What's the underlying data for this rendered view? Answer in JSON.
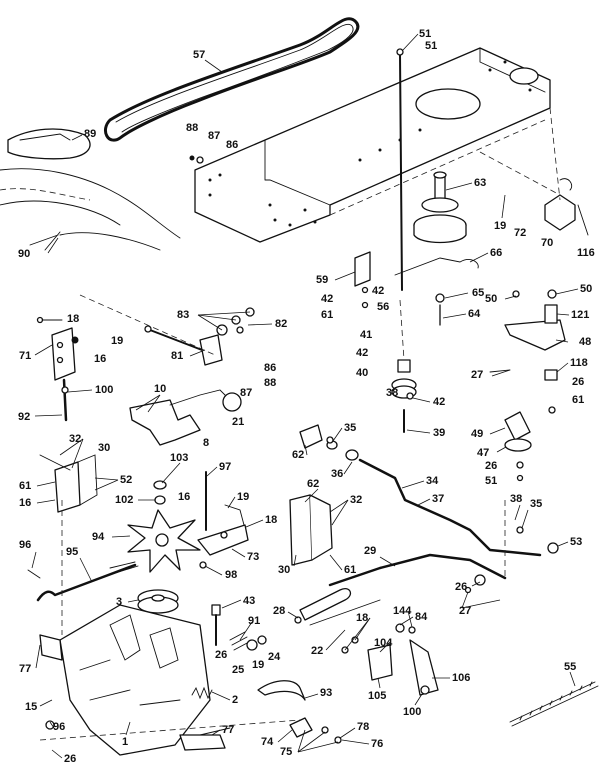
{
  "colors": {
    "ink": "#111111",
    "paper": "#ffffff"
  },
  "callouts": [
    {
      "id": "c51a",
      "text": "51"
    },
    {
      "id": "c51b",
      "text": "51"
    },
    {
      "id": "c57",
      "text": "57"
    },
    {
      "id": "c89",
      "text": "89"
    },
    {
      "id": "c88a",
      "text": "88"
    },
    {
      "id": "c87a",
      "text": "87"
    },
    {
      "id": "c86a",
      "text": "86"
    },
    {
      "id": "c63",
      "text": "63"
    },
    {
      "id": "c19a",
      "text": "19"
    },
    {
      "id": "c72",
      "text": "72"
    },
    {
      "id": "c70",
      "text": "70"
    },
    {
      "id": "c116",
      "text": "116"
    },
    {
      "id": "c90",
      "text": "90"
    },
    {
      "id": "c66",
      "text": "66"
    },
    {
      "id": "c59",
      "text": "59"
    },
    {
      "id": "c42a",
      "text": "42"
    },
    {
      "id": "c42b",
      "text": "42"
    },
    {
      "id": "c61a",
      "text": "61"
    },
    {
      "id": "c56",
      "text": "56"
    },
    {
      "id": "c65",
      "text": "65"
    },
    {
      "id": "c64",
      "text": "64"
    },
    {
      "id": "c50a",
      "text": "50"
    },
    {
      "id": "c50b",
      "text": "50"
    },
    {
      "id": "c121",
      "text": "121"
    },
    {
      "id": "c48",
      "text": "48"
    },
    {
      "id": "c18a",
      "text": "18"
    },
    {
      "id": "c19b",
      "text": "19"
    },
    {
      "id": "c71",
      "text": "71"
    },
    {
      "id": "c16a",
      "text": "16"
    },
    {
      "id": "c83",
      "text": "83"
    },
    {
      "id": "c82",
      "text": "82"
    },
    {
      "id": "c81",
      "text": "81"
    },
    {
      "id": "c41",
      "text": "41"
    },
    {
      "id": "c42c",
      "text": "42"
    },
    {
      "id": "c40",
      "text": "40"
    },
    {
      "id": "c27a",
      "text": "27"
    },
    {
      "id": "c118",
      "text": "118"
    },
    {
      "id": "c26a",
      "text": "26"
    },
    {
      "id": "c61b",
      "text": "61"
    },
    {
      "id": "c86b",
      "text": "86"
    },
    {
      "id": "c88b",
      "text": "88"
    },
    {
      "id": "c87b",
      "text": "87"
    },
    {
      "id": "c100a",
      "text": "100"
    },
    {
      "id": "c92",
      "text": "92"
    },
    {
      "id": "c10",
      "text": "10"
    },
    {
      "id": "c21",
      "text": "21"
    },
    {
      "id": "c8",
      "text": "8"
    },
    {
      "id": "c38a",
      "text": "38"
    },
    {
      "id": "c42d",
      "text": "42"
    },
    {
      "id": "c39",
      "text": "39"
    },
    {
      "id": "c49",
      "text": "49"
    },
    {
      "id": "c47",
      "text": "47"
    },
    {
      "id": "c26b",
      "text": "26"
    },
    {
      "id": "c51c",
      "text": "51"
    },
    {
      "id": "c35a",
      "text": "35"
    },
    {
      "id": "c62a",
      "text": "62"
    },
    {
      "id": "c36",
      "text": "36"
    },
    {
      "id": "c34",
      "text": "34"
    },
    {
      "id": "c37",
      "text": "37"
    },
    {
      "id": "c32a",
      "text": "32"
    },
    {
      "id": "c30a",
      "text": "30"
    },
    {
      "id": "c61c",
      "text": "61"
    },
    {
      "id": "c52",
      "text": "52"
    },
    {
      "id": "c16b",
      "text": "16"
    },
    {
      "id": "c103",
      "text": "103"
    },
    {
      "id": "c97",
      "text": "97"
    },
    {
      "id": "c102",
      "text": "102"
    },
    {
      "id": "c16c",
      "text": "16"
    },
    {
      "id": "c19c",
      "text": "19"
    },
    {
      "id": "c18b",
      "text": "18"
    },
    {
      "id": "c62b",
      "text": "62"
    },
    {
      "id": "c32b",
      "text": "32"
    },
    {
      "id": "c94",
      "text": "94"
    },
    {
      "id": "c73",
      "text": "73"
    },
    {
      "id": "c98",
      "text": "98"
    },
    {
      "id": "c30b",
      "text": "30"
    },
    {
      "id": "c61d",
      "text": "61"
    },
    {
      "id": "c38b",
      "text": "38"
    },
    {
      "id": "c35b",
      "text": "35"
    },
    {
      "id": "c53",
      "text": "53"
    },
    {
      "id": "c96a",
      "text": "96"
    },
    {
      "id": "c95",
      "text": "95"
    },
    {
      "id": "c29",
      "text": "29"
    },
    {
      "id": "c26c",
      "text": "26"
    },
    {
      "id": "c3",
      "text": "3"
    },
    {
      "id": "c43",
      "text": "43"
    },
    {
      "id": "c28",
      "text": "28"
    },
    {
      "id": "c27b",
      "text": "27"
    },
    {
      "id": "c91",
      "text": "91"
    },
    {
      "id": "c26d",
      "text": "26"
    },
    {
      "id": "c25",
      "text": "25"
    },
    {
      "id": "c19d",
      "text": "19"
    },
    {
      "id": "c24",
      "text": "24"
    },
    {
      "id": "c22",
      "text": "22"
    },
    {
      "id": "c18c",
      "text": "18"
    },
    {
      "id": "c144",
      "text": "144"
    },
    {
      "id": "c84",
      "text": "84"
    },
    {
      "id": "c104",
      "text": "104"
    },
    {
      "id": "c77a",
      "text": "77"
    },
    {
      "id": "c2",
      "text": "2"
    },
    {
      "id": "c93",
      "text": "93"
    },
    {
      "id": "c105",
      "text": "105"
    },
    {
      "id": "c106",
      "text": "106"
    },
    {
      "id": "c100b",
      "text": "100"
    },
    {
      "id": "c55",
      "text": "55"
    },
    {
      "id": "c15",
      "text": "15"
    },
    {
      "id": "c96b",
      "text": "96"
    },
    {
      "id": "c77b",
      "text": "77"
    },
    {
      "id": "c78",
      "text": "78"
    },
    {
      "id": "c74",
      "text": "74"
    },
    {
      "id": "c75",
      "text": "75"
    },
    {
      "id": "c76",
      "text": "76"
    },
    {
      "id": "c26e",
      "text": "26"
    },
    {
      "id": "c1",
      "text": "1"
    }
  ]
}
